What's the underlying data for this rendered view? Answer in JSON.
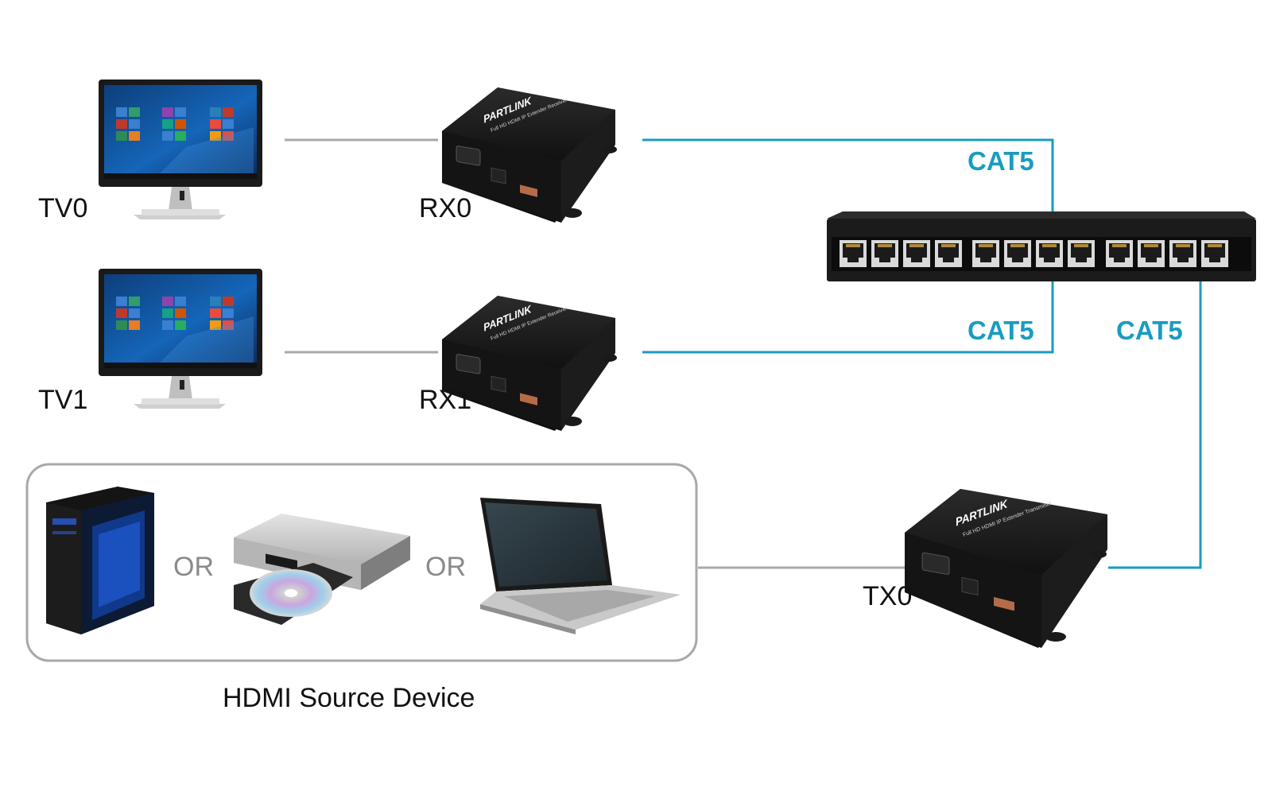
{
  "colors": {
    "network_cable": "#1a9cc0",
    "hdmi_cable": "#a9a9a9",
    "device_body": "#161616",
    "source_frame": "#a8a8a8"
  },
  "devices": {
    "tv0": {
      "label": "TV0",
      "icon": "monitor-icon"
    },
    "tv1": {
      "label": "TV1",
      "icon": "monitor-icon"
    },
    "rx0": {
      "label": "RX0",
      "icon": "receiver-icon",
      "brand": "PARTLINK",
      "model_text": "Full HD HDMI IP Extender Receiver"
    },
    "rx1": {
      "label": "RX1",
      "icon": "receiver-icon",
      "brand": "PARTLINK",
      "model_text": "Full HD HDMI IP Extender Receiver"
    },
    "tx0": {
      "label": "TX0",
      "icon": "transmitter-icon",
      "brand": "PARTLINK",
      "model_text": "Full HD HDMI IP Extender Transmitter"
    },
    "switch": {
      "icon": "network-switch-icon"
    }
  },
  "cables": {
    "rx0_switch": "CAT5",
    "rx1_switch": "CAT5",
    "tx0_switch": "CAT5"
  },
  "source": {
    "title": "HDMI Source Device",
    "or_1": "OR",
    "or_2": "OR",
    "items": [
      "desktop-pc-icon",
      "dvd-player-icon",
      "laptop-icon"
    ]
  }
}
